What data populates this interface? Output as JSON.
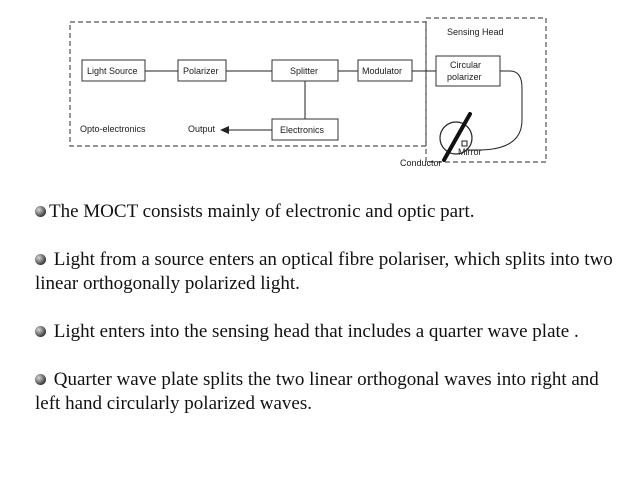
{
  "diagram": {
    "sensing_head": "Sensing Head",
    "light_source": "Light Source",
    "polarizer": "Polarizer",
    "splitter": "Splitter",
    "modulator": "Modulator",
    "circular_polarizer_line1": "Circular",
    "circular_polarizer_line2": "polarizer",
    "opto_electronics": "Opto-electronics",
    "output": "Output",
    "electronics": "Electronics",
    "mirror": "Mirror",
    "conductor": "Conductor"
  },
  "bullets": [
    {
      "text": "The MOCT consists mainly of electronic and optic part."
    },
    {
      "text": " Light from a source enters an optical fibre polariser, which splits into two linear orthogonally  polarized light."
    },
    {
      "text": " Light enters into the sensing head that includes a quarter wave plate ."
    },
    {
      "text": " Quarter wave plate splits the two linear orthogonal waves into right and left hand circularly polarized waves."
    }
  ]
}
